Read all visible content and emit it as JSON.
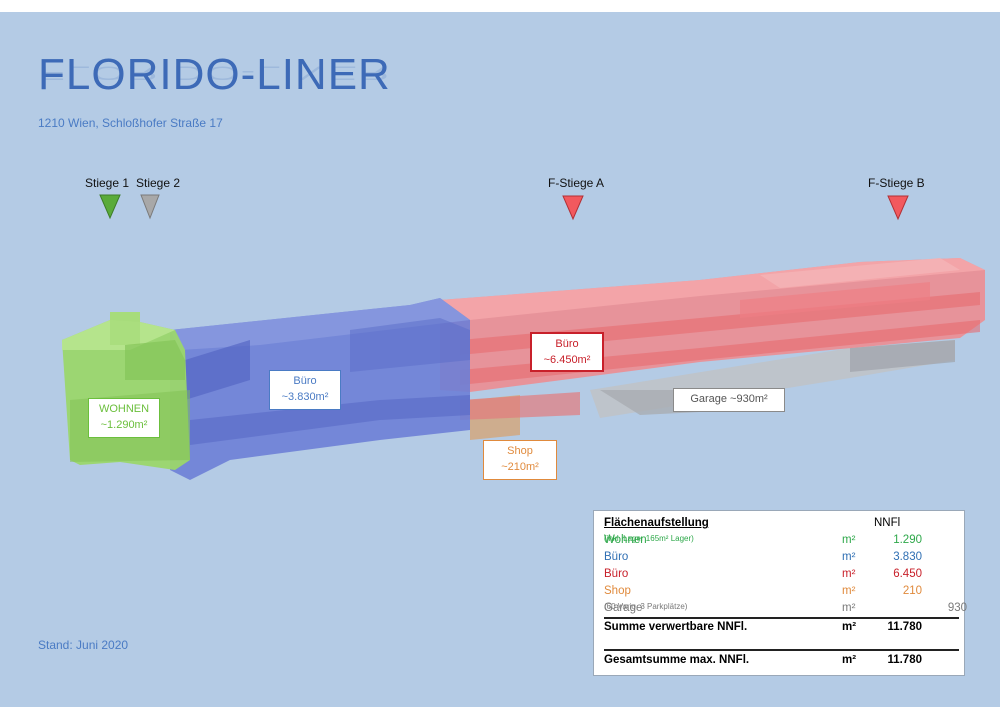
{
  "header": {
    "title": "FLORIDO-LINER",
    "address": "1210 Wien, Schloßhofer Straße 17",
    "stand": "Stand: Juni 2020"
  },
  "stairs": [
    {
      "label": "Stiege 1",
      "color": "#5aab3a"
    },
    {
      "label": "Stiege 2",
      "color": "#a8a8a8"
    },
    {
      "label": "F-Stiege A",
      "color": "#f2595e"
    },
    {
      "label": "F-Stiege B",
      "color": "#f2595e"
    }
  ],
  "areas": {
    "wohnen": {
      "name": "WOHNEN",
      "size": "~1.290m²",
      "color": "#6bbf3c"
    },
    "buero_blue": {
      "name": "Büro",
      "size": "~3.830m²",
      "color": "#4a7bc4"
    },
    "buero_red": {
      "name": "Büro",
      "size": "~6.450m²",
      "color": "#c8202a"
    },
    "shop": {
      "name": "Shop",
      "size": "~210m²",
      "color": "#e08a3c"
    },
    "garage": {
      "text": "Garage ~930m²",
      "color": "#8a8a8a"
    }
  },
  "table": {
    "heading": "Flächenaufstellung",
    "column": "NNFl",
    "rows": [
      {
        "label": "Wohnen",
        "note": "(inkl. Lager 165m² Lager)",
        "unit": "m²",
        "value": "1.290",
        "value2": "",
        "color": "#2ea84a"
      },
      {
        "label": "Büro",
        "note": "",
        "unit": "m²",
        "value": "3.830",
        "value2": "",
        "color": "#2f6fb3"
      },
      {
        "label": "Büro",
        "note": "",
        "unit": "m²",
        "value": "6.450",
        "value2": "",
        "color": "#c8202a"
      },
      {
        "label": "Shop",
        "note": "",
        "unit": "m²",
        "value": "210",
        "value2": "",
        "color": "#e08a3c"
      },
      {
        "label": "Garage",
        "note": "(60 Vario, 3 Parkplätze)",
        "unit": "m²",
        "value": "",
        "value2": "930",
        "color": "#7a7a7a"
      }
    ],
    "sum1": {
      "label": "Summe verwertbare NNFl.",
      "unit": "m²",
      "value": "11.780"
    },
    "sum2": {
      "label": "Gesamtsumme max. NNFl.",
      "unit": "m²",
      "value": "11.780"
    }
  }
}
